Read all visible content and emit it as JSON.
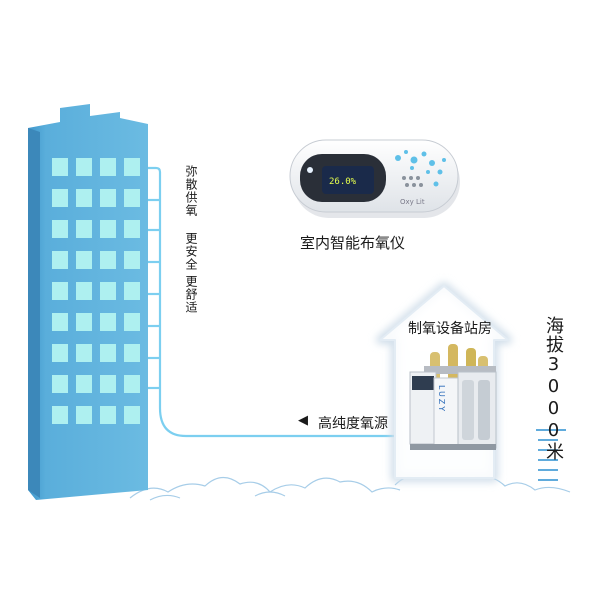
{
  "labels": {
    "device": "室内智能布氧仪",
    "station": "制氧设备站房",
    "source": "高纯度氧源",
    "altitude": "海拔3000米",
    "benefit_1": "弥散供氧",
    "benefit_2": "更安全",
    "benefit_3": "更舒适"
  },
  "device_screen": "26.0%",
  "device_brand": "Oxy Lit",
  "cabinet_brand": "LUZY",
  "colors": {
    "building": "#5aa9d6",
    "building_shadow": "#3f8fc0",
    "window": "#aef0f0",
    "pipe": "#7ccff0",
    "mountain": "#a7cde8",
    "house_glow": "#d9e7f2",
    "dots": "#5fc0e8"
  },
  "icons": [
    "air-device-icon",
    "oxygen-generator-icon",
    "building-icon",
    "mountain-icon"
  ]
}
